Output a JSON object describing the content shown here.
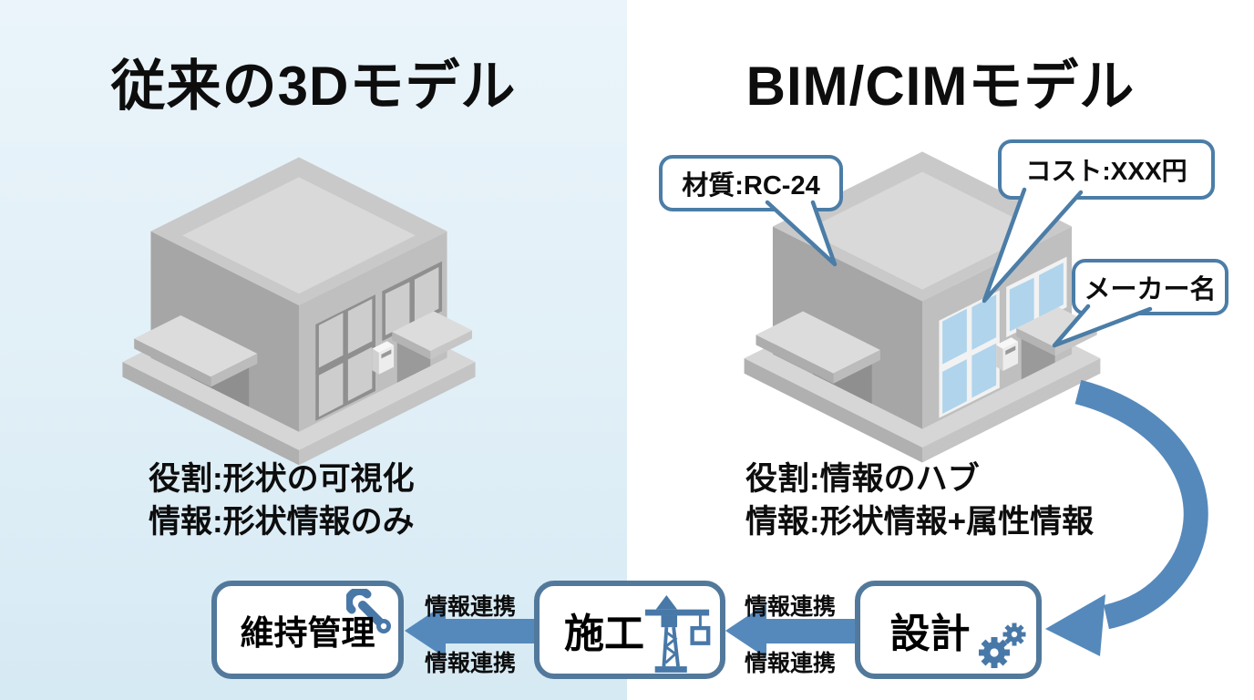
{
  "left_panel": {
    "title": "従来の3Dモデル",
    "role_line": "役割:形状の可視化",
    "info_line": "情報:形状情報のみ"
  },
  "right_panel": {
    "title": "BIM/CIMモデル",
    "role_line": "役割:情報のハブ",
    "info_line": "情報:形状情報+属性情報",
    "callouts": [
      {
        "label": "材質:RC-24",
        "target": "wall"
      },
      {
        "label": "コスト:XXX円",
        "target": "window"
      },
      {
        "label": "メーカー名",
        "target": "door"
      }
    ]
  },
  "process_flow": {
    "stages": [
      {
        "label": "維持管理",
        "icon": "wrench-icon"
      },
      {
        "label": "施工",
        "icon": "crane-icon"
      },
      {
        "label": "設計",
        "icon": "gears-icon"
      }
    ],
    "links": [
      {
        "top_label": "情報連携",
        "bottom_label": "情報連携"
      },
      {
        "top_label": "情報連携",
        "bottom_label": "情報連携"
      }
    ]
  },
  "colors": {
    "accent_blue": "#5589BB",
    "icon_blue": "#4878A8",
    "outline_blue": "#4B7DA7",
    "bg_left": "#E1EFF7",
    "glass_blue": "#AFD4EC",
    "glass_gray": "#CDCDCD",
    "frame_light": "#F2F2F2",
    "frame_gray": "#8F8F8F"
  }
}
